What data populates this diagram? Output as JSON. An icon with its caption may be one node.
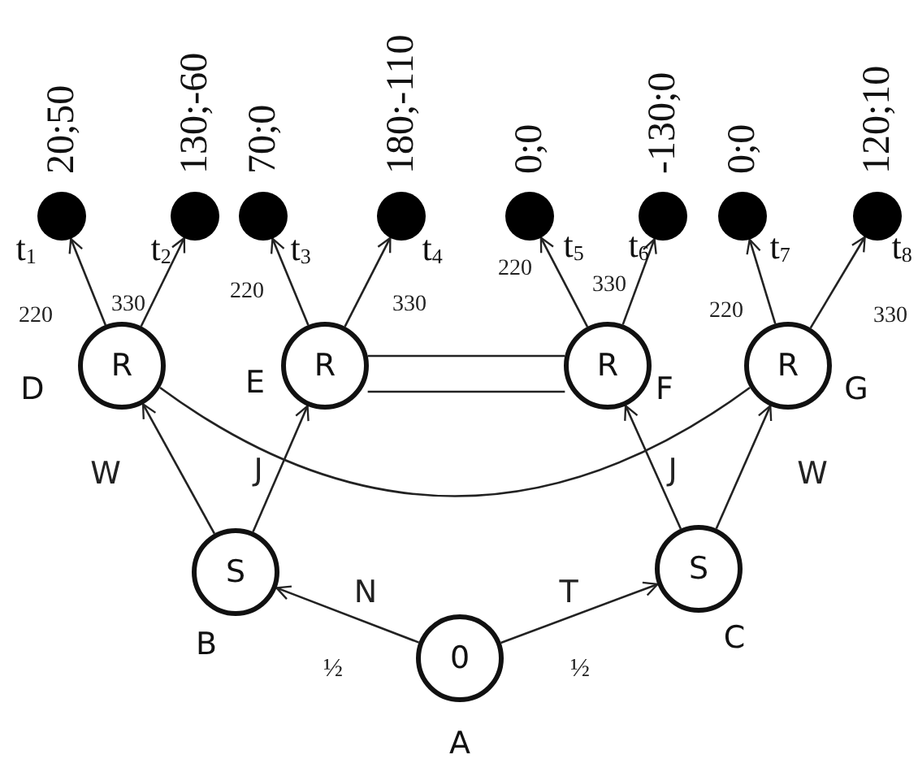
{
  "diagram": {
    "nodes": [
      {
        "text": [],
        "shape": "circle",
        "beside": [
          "20;50",
          "t$_{1}$"
        ]
      },
      {
        "text": [],
        "shape": "circle",
        "beside": [
          "130;-60",
          "t$_{2}$"
        ]
      },
      {
        "text": [],
        "shape": "circle",
        "beside": [
          "70;0",
          "t$_{3}$"
        ]
      },
      {
        "text": [],
        "shape": "circle",
        "beside": [
          "180;-110",
          "t$_{4}$"
        ]
      },
      {
        "text": [],
        "shape": "circle",
        "beside": [
          "0;0",
          "t$_{5}$"
        ]
      },
      {
        "text": [],
        "shape": "circle",
        "beside": [
          "-130;0",
          "t$_{6}$"
        ]
      },
      {
        "text": [],
        "shape": "circle",
        "beside": [
          "0;0",
          "t$_{7}$"
        ]
      },
      {
        "text": [],
        "shape": "circle",
        "beside": [
          "120;10",
          "t$_{8}$"
        ]
      },
      {
        "text": [
          "R"
        ],
        "beside": [
          "D"
        ]
      },
      {
        "text": [
          "R"
        ],
        "beside": [
          "E"
        ]
      },
      {
        "text": [
          "R"
        ],
        "beside": [
          "F"
        ]
      },
      {
        "text": [
          "R"
        ],
        "beside": [
          "G"
        ]
      },
      {
        "text": [
          "S"
        ],
        "beside": [
          "B"
        ]
      },
      {
        "text": [
          "S"
        ],
        "beside": [
          "C"
        ]
      },
      {
        "text": [
          "0"
        ],
        "beside": [
          "A"
        ]
      }
    ],
    "edges": [
      {
        "from": 14,
        "to": 12,
        "arrow": "to",
        "label": "N"
      },
      {
        "from": 14,
        "to": 13,
        "arrow": "to",
        "label": "T"
      },
      {
        "from": 12,
        "to": 8,
        "arrow": "to",
        "label": "W"
      },
      {
        "from": 12,
        "to": 9,
        "arrow": "to",
        "label": "J"
      },
      {
        "from": 13,
        "to": 10,
        "arrow": "to",
        "label": "J"
      },
      {
        "from": 13,
        "to": 11,
        "arrow": "to",
        "label": "W"
      },
      {
        "from": 8,
        "to": 0,
        "arrow": "to",
        "label": "220"
      },
      {
        "from": 8,
        "to": 1,
        "arrow": "to",
        "label": "330"
      },
      {
        "from": 9,
        "to": 2,
        "arrow": "to",
        "label": "220"
      },
      {
        "from": 9,
        "to": 3,
        "arrow": "to",
        "label": "330"
      },
      {
        "from": 10,
        "to": 4,
        "arrow": "to",
        "label": "220"
      },
      {
        "from": 10,
        "to": 5,
        "arrow": "to",
        "label": "330"
      },
      {
        "from": 11,
        "to": 6,
        "arrow": "to",
        "label": "220"
      },
      {
        "from": 11,
        "to": 7,
        "arrow": "to",
        "label": "330"
      },
      {
        "from": 9,
        "to": 10,
        "arrow": "none"
      },
      {
        "from": 8,
        "to": 11,
        "arrow": "none"
      }
    ],
    "labels": [
      "½",
      "½"
    ]
  }
}
